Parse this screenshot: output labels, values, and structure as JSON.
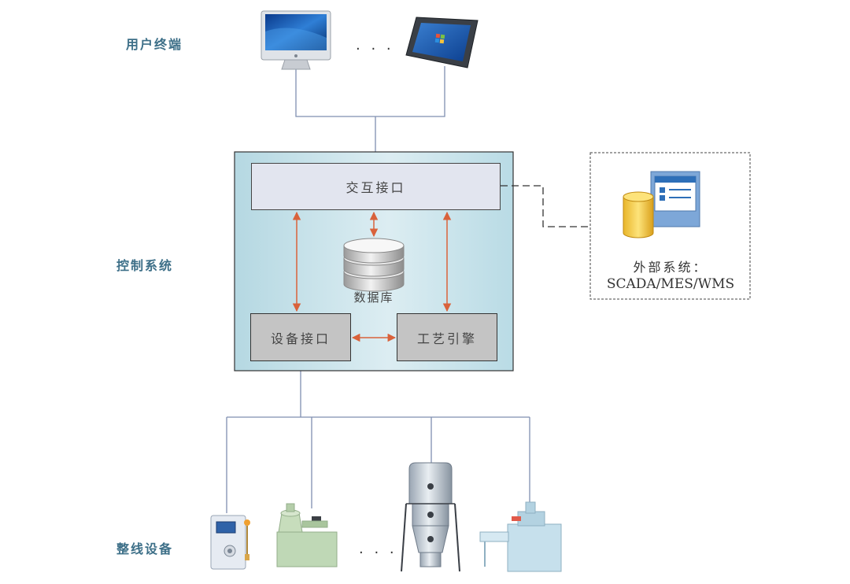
{
  "layers": {
    "user_terminal": "用户终端",
    "control_system": "控制系统",
    "line_equipment": "整线设备"
  },
  "control": {
    "interaction_interface": "交互接口",
    "database": "数据库",
    "device_interface": "设备接口",
    "process_engine": "工艺引擎"
  },
  "external": {
    "title": "外部系统：",
    "systems": "SCADA/MES/WMS"
  },
  "ellipsis": "· · ·",
  "icons": {
    "desktop": "desktop-monitor-icon",
    "tablet": "tablet-icon",
    "database": "database-cylinder-icon",
    "external_system": "external-system-icon",
    "machines": [
      "control-cabinet-icon",
      "mixer-machine-icon",
      "fluid-bed-dryer-icon",
      "packaging-machine-icon"
    ]
  },
  "colors": {
    "line": "#7f8fb0",
    "arrow": "#d9623b",
    "label": "#3d6f88",
    "panel": "#c8e2e9",
    "top_box": "#e2e5ef",
    "gray_box": "#c4c4c4"
  }
}
